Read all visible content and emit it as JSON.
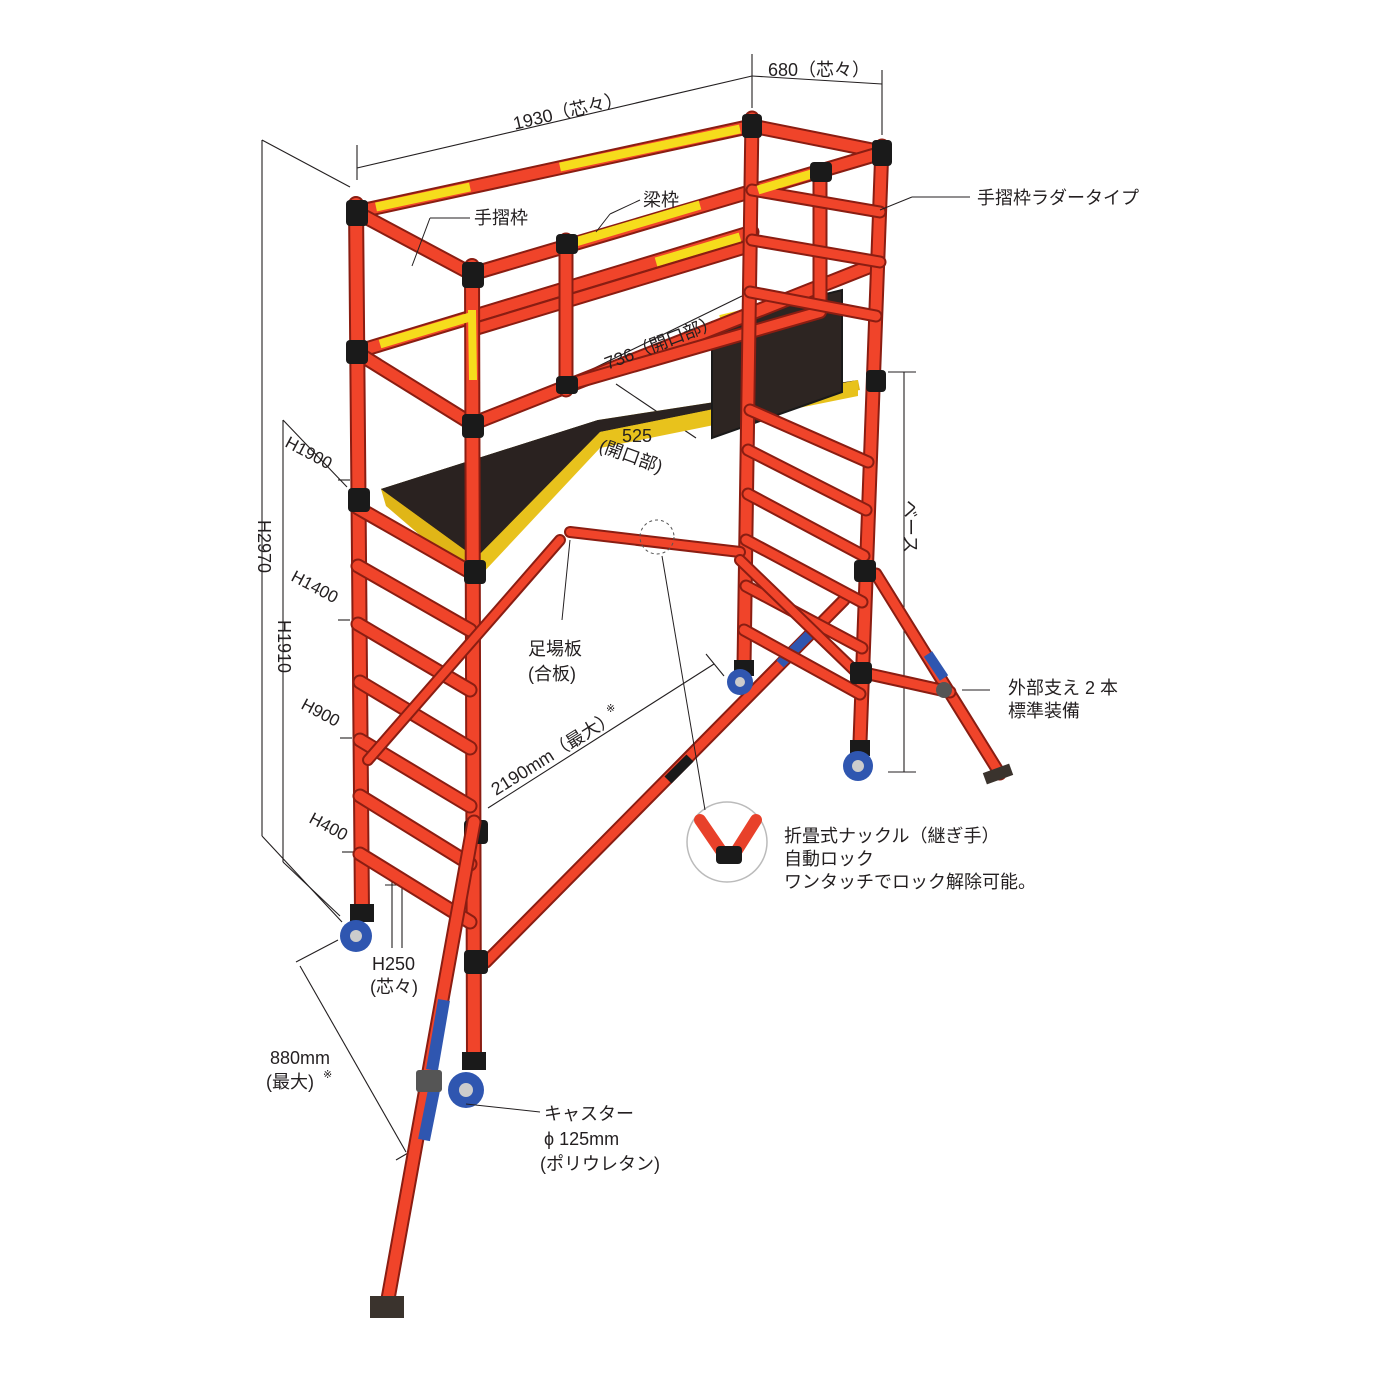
{
  "colors": {
    "frame": "#f0442a",
    "frame_dark": "#8a1d12",
    "yellow_band": "#f6dc1c",
    "deck": "#2a2220",
    "joint": "#1a1a1a",
    "caster_blue": "#2f56b0",
    "text": "#231f20"
  },
  "dimensions": {
    "length": "1930（芯々）",
    "width": "680（芯々）",
    "opening_length": "736（開口部）",
    "opening_width_num": "525",
    "opening_width_note": "(開口部)",
    "total_height": "H2970",
    "platform_height_max": "H1910",
    "step_h1900": "H1900",
    "step_h1400": "H1400",
    "step_h900": "H900",
    "step_h400": "H400",
    "step_h250": "H250",
    "step_h250_note": "(芯々)",
    "outrigger_reach": "2190mm（最大）",
    "outrigger_reach_mark": "※",
    "outrigger_side": "880mm",
    "outrigger_side_note": "(最大)",
    "outrigger_side_mark": "※",
    "base": "ベース"
  },
  "labels": {
    "handrail": "手摺枠",
    "beam": "梁枠",
    "handrail_ladder": "手摺枠ラダータイプ",
    "deck_line1": "足場板",
    "deck_line2": "(合板)",
    "outrigger_line1": "外部支え 2 本",
    "outrigger_line2": "標準装備",
    "knuckle_line1": "折畳式ナックル（継ぎ手）",
    "knuckle_line2": "自動ロック",
    "knuckle_line3": "ワンタッチでロック解除可能。",
    "caster_line1": "キャスター",
    "caster_line2": "ϕ 125mm",
    "caster_line3": "(ポリウレタン)"
  }
}
